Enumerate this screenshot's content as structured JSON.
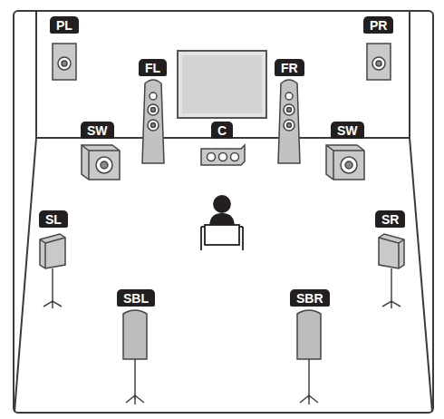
{
  "diagram": {
    "labels": [
      "PL",
      "PR",
      "FL",
      "FR",
      "SW",
      "C",
      "SW",
      "SL",
      "SR",
      "SBL",
      "SBR"
    ]
  }
}
